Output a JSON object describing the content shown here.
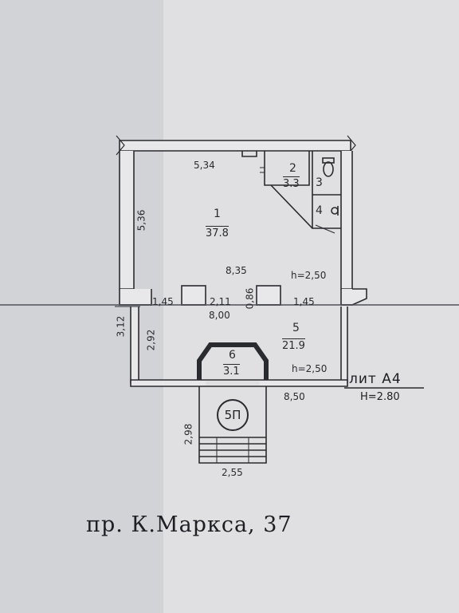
{
  "plan": {
    "rooms": [
      {
        "number": "1",
        "area": "37.8"
      },
      {
        "number": "2",
        "area": "3.3"
      },
      {
        "number": "3",
        "area": ""
      },
      {
        "number": "4",
        "area": ""
      },
      {
        "number": "5",
        "area": "21.9"
      },
      {
        "number": "6",
        "area": "3.1"
      }
    ],
    "dimensions": {
      "top_width": "5,34",
      "left_height": "5,36",
      "inner_width": "8,35",
      "ceiling_upper": "h=2,50",
      "pier_left": "1,45",
      "pier_center": "2,11",
      "pier_right": "1,45",
      "wall_gap": "0,86",
      "mid_width": "8,00",
      "lower_left_outer": "3,12",
      "lower_left_inner": "2,92",
      "ceiling_lower": "h=2,50",
      "bottom_width": "8,50",
      "stair_height": "2,98",
      "stair_width": "2,55"
    },
    "porch_label": "5П",
    "building_label": "лит А4",
    "building_height": "Н=2.80",
    "address": "пр. К.Маркса, 37"
  }
}
